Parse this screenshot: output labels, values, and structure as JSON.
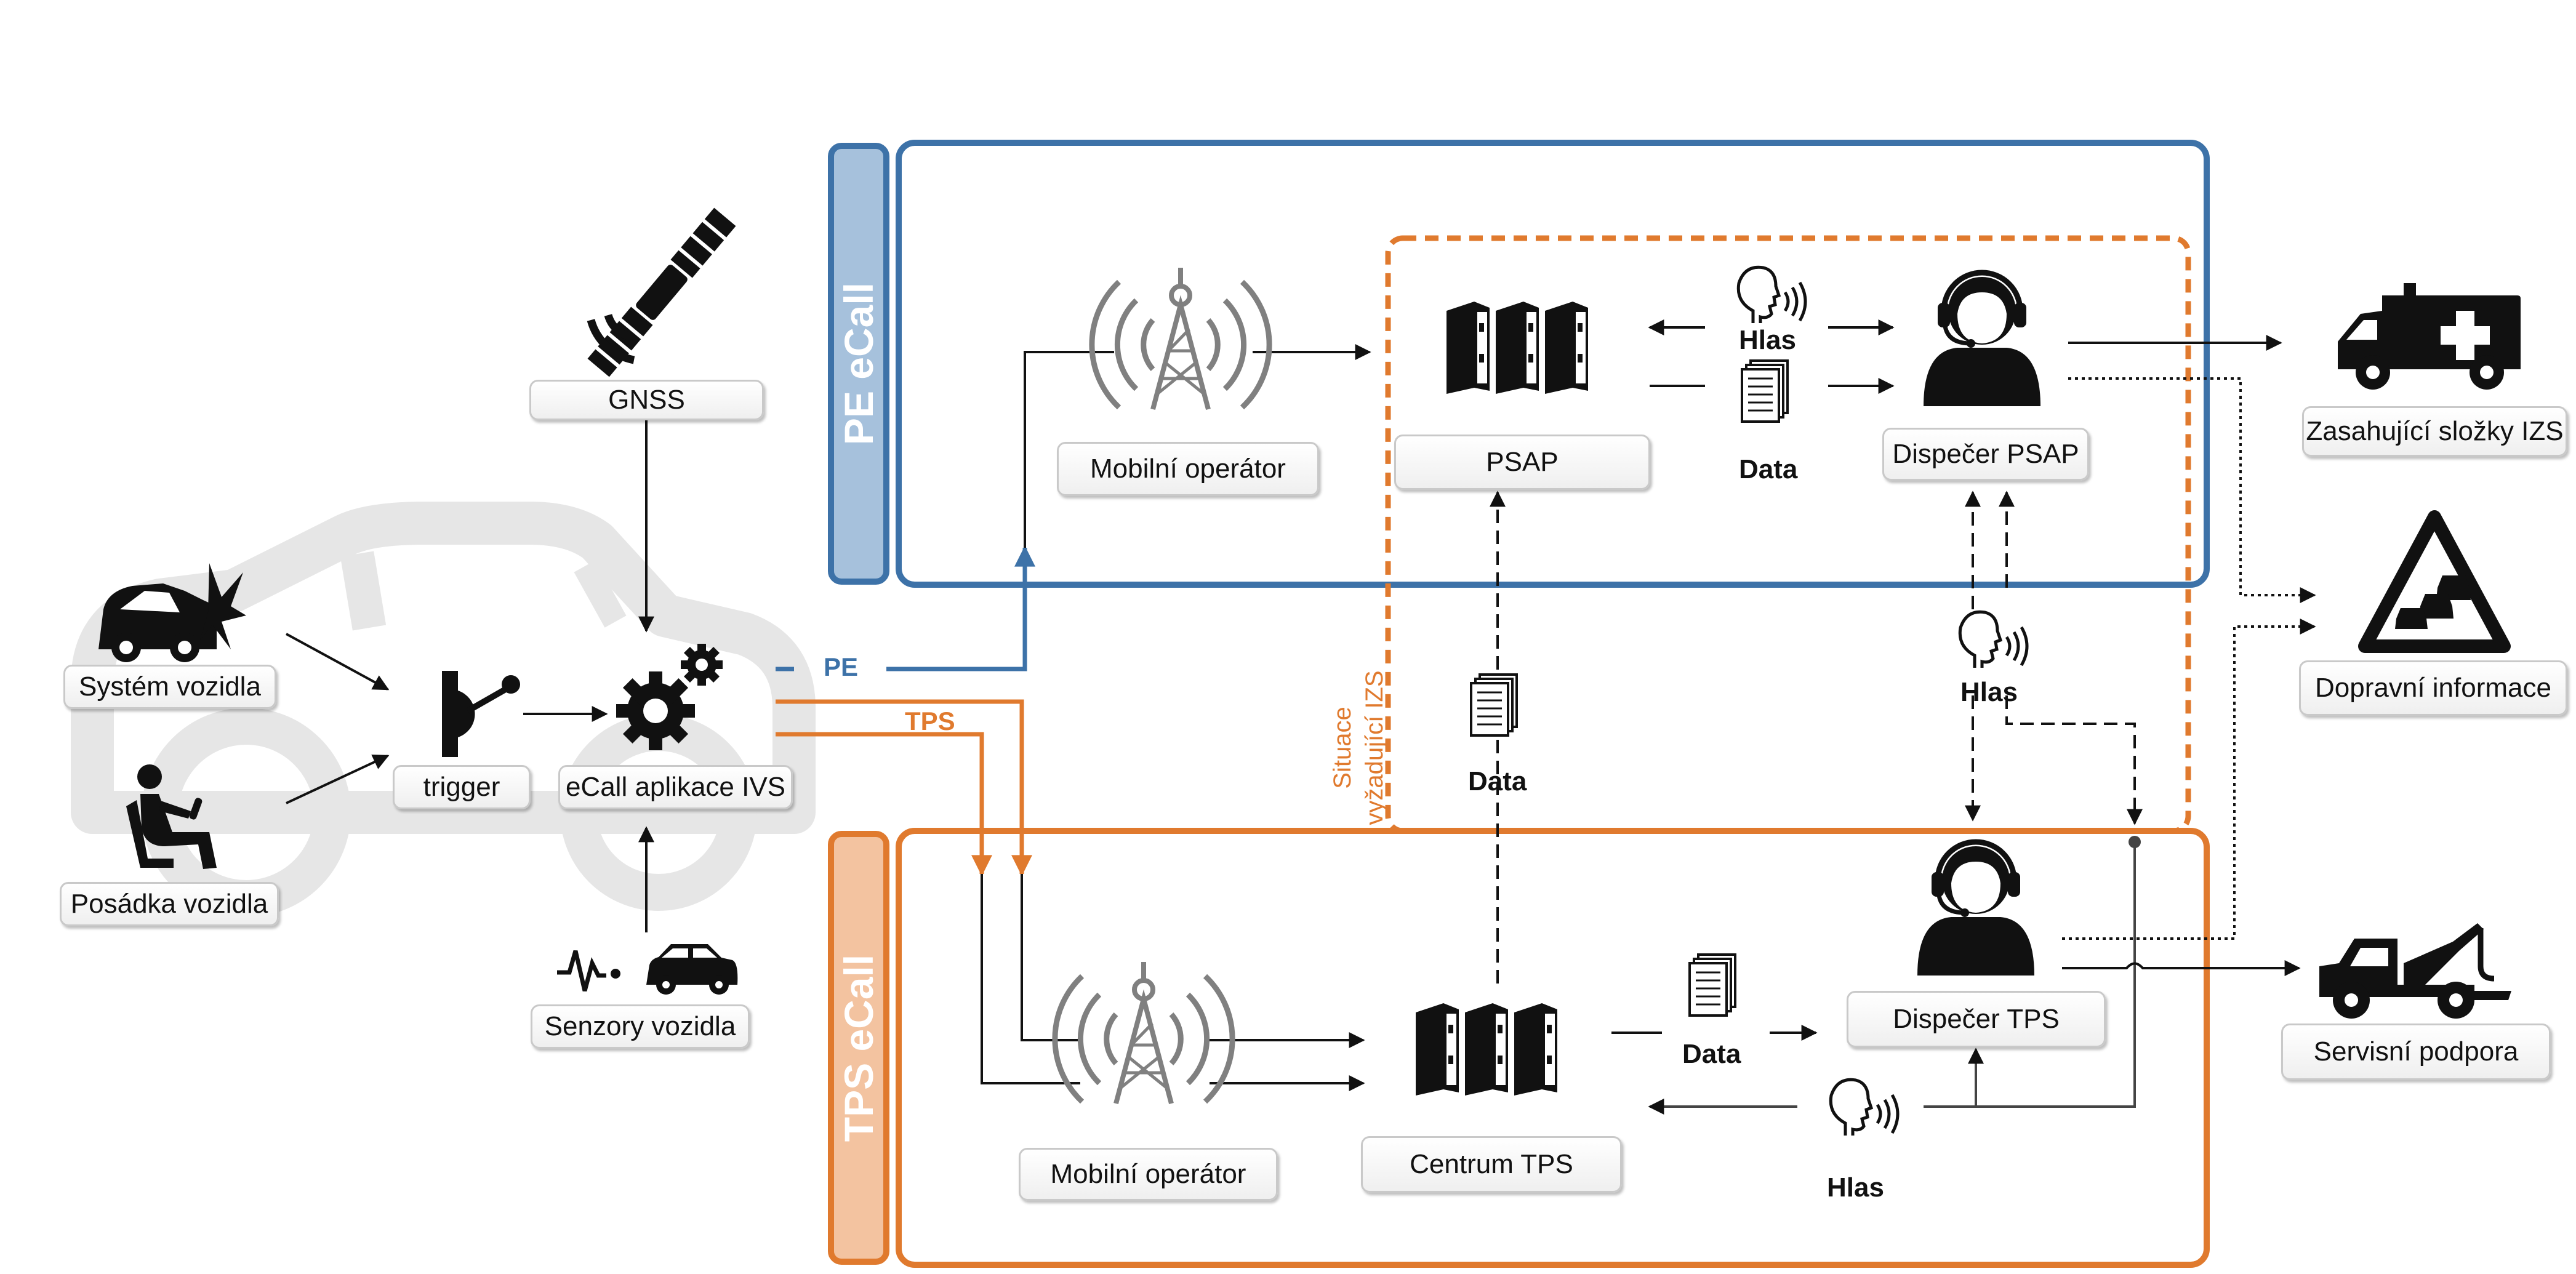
{
  "labels": {
    "gnss": "GNSS",
    "system_vozidla": "Systém vozidla",
    "posadka_vozidla": "Posádka vozidla",
    "trigger": "trigger",
    "ecall_ivs": "eCall aplikace IVS",
    "senzory_vozidla": "Senzory vozidla",
    "mobilni_operator_pe": "Mobilní operátor",
    "psap": "PSAP",
    "dispecer_psap": "Dispečer PSAP",
    "zasahujici_slozky": "Zasahující složky IZS",
    "dopravni_informace": "Dopravní informace",
    "mobilni_operator_tps": "Mobilní operátor",
    "centrum_tps": "Centrum TPS",
    "dispecer_tps": "Dispečer TPS",
    "servisni_podpora": "Servisní podpora"
  },
  "sections": {
    "pe_title": "PE eCall",
    "tps_title": "TPS eCall",
    "situace_line1": "Situace",
    "situace_line2": "vyžadující IZS"
  },
  "flow_labels": {
    "pe": "PE",
    "tps": "TPS",
    "hlas_psap": "Hlas",
    "data_psap": "Data",
    "data_middle": "Data",
    "hlas_middle": "Hlas",
    "data_tps": "Data",
    "hlas_tps": "Hlas"
  },
  "colors": {
    "pe_blue": "#3d72a8",
    "pe_blue_light": "#a6c1dc",
    "tps_orange": "#e07a2e",
    "tps_orange_light": "#f3c3a0",
    "car_gray": "#e6e6e6",
    "icon_black": "#111111",
    "tower_gray": "#808080"
  },
  "icons": {
    "satellite": "satellite-icon",
    "crashed_car": "crashed-car-icon",
    "seated_person": "seated-person-icon",
    "trigger": "trigger-switch-icon",
    "gears": "gears-icon",
    "sensor_car": "sensor-car-icon",
    "tower": "radio-tower-icon",
    "server": "server-icon",
    "speaking_head": "speaking-head-icon",
    "documents": "documents-icon",
    "operator": "operator-headset-icon",
    "ambulance": "ambulance-icon",
    "traffic_sign": "traffic-warning-icon",
    "tow_truck": "tow-truck-icon"
  }
}
